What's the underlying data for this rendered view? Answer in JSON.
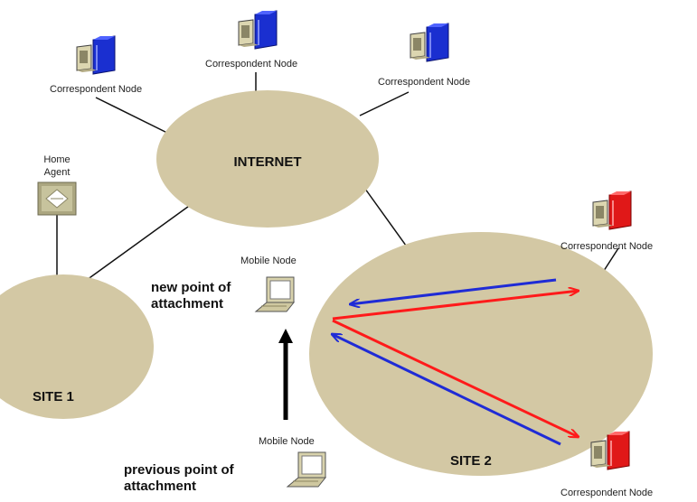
{
  "colors": {
    "cloud": "#d3c8a4",
    "server_blue": "#1a2fd0",
    "server_red": "#e01818",
    "server_beige": "#dcd6b0",
    "laptop": "#d8d2ac",
    "arrow_red": "#ff1a1a",
    "arrow_blue": "#1f2bd6",
    "link_line": "#111111"
  },
  "clouds": {
    "internet": "INTERNET",
    "site1": "SITE 1",
    "site2": "SITE 2"
  },
  "home_agent": {
    "label_line1": "Home",
    "label_line2": "Agent",
    "icon": "router-icon"
  },
  "correspondent_nodes": [
    {
      "label": "Correspondent Node",
      "icon": "server-icon",
      "color": "blue"
    },
    {
      "label": "Correspondent Node",
      "icon": "server-icon",
      "color": "blue"
    },
    {
      "label": "Correspondent Node",
      "icon": "server-icon",
      "color": "blue"
    },
    {
      "label": "Correspondent Node",
      "icon": "server-icon",
      "color": "red"
    },
    {
      "label": "Correspondent Node",
      "icon": "server-icon",
      "color": "red"
    }
  ],
  "mobile_node_new": {
    "label": "Mobile Node",
    "caption_line1": "new point of",
    "caption_line2": "attachment",
    "icon": "laptop-icon"
  },
  "mobile_node_previous": {
    "label": "Mobile Node",
    "caption_line1": "previous point of",
    "caption_line2": "attachment",
    "icon": "laptop-icon"
  }
}
